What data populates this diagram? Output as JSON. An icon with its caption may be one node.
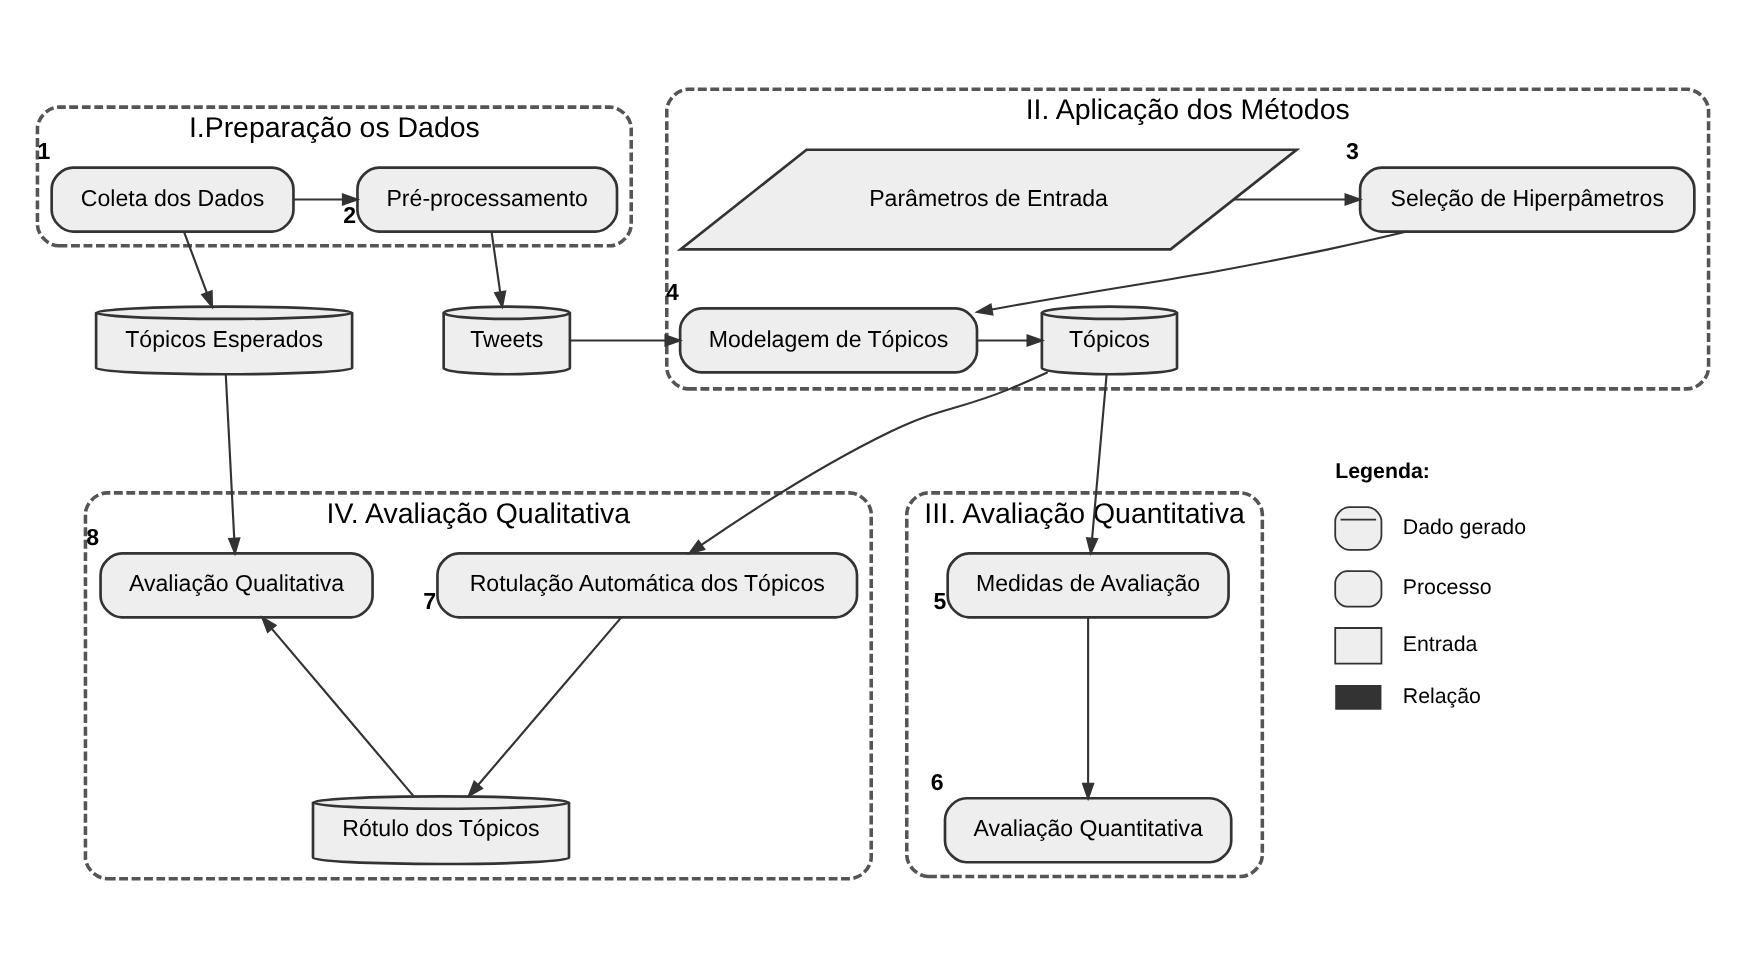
{
  "diagram": {
    "nodes": [
      {
        "text": [
          "I.Preparação os Dados"
        ]
      },
      {
        "text": [
          "Coleta dos Dados"
        ],
        "in": 0,
        "beside": [
          "1"
        ]
      },
      {
        "text": [
          "Pré-processamento"
        ],
        "in": 0,
        "beside": [
          "2"
        ]
      },
      {
        "text": [
          "II. Aplicação dos Métodos"
        ]
      },
      {
        "text": [
          "Parâmetros de Entrada"
        ],
        "in": 3
      },
      {
        "text": [
          "Seleção de Hiperpâmetros"
        ],
        "in": 3,
        "beside": [
          "3"
        ]
      },
      {
        "text": [
          "Modelagem de Tópicos"
        ],
        "in": 3,
        "beside": [
          "4"
        ]
      },
      {
        "text": [
          "Tópicos"
        ],
        "in": 3
      },
      {
        "text": [
          "Tópicos Esperados"
        ]
      },
      {
        "text": [
          "Tweets"
        ]
      },
      {
        "text": [
          "IV. Avaliação Qualitativa"
        ]
      },
      {
        "text": [
          "Avaliação Qualitativa"
        ],
        "in": 10,
        "beside": [
          "8"
        ]
      },
      {
        "text": [
          "Rotulação Automática dos Tópicos"
        ],
        "in": 10,
        "beside": [
          "7"
        ]
      },
      {
        "text": [
          "Rótulo dos Tópicos"
        ],
        "in": 10
      },
      {
        "text": [
          "III. Avaliação Quantitativa"
        ]
      },
      {
        "text": [
          "Medidas de Avaliação"
        ],
        "in": 14,
        "beside": [
          "5"
        ]
      },
      {
        "text": [
          "Avaliação Quantitativa"
        ],
        "in": 14,
        "beside": [
          "6"
        ]
      }
    ],
    "edges": [
      {
        "from": 1,
        "to": 2,
        "arrow": "to"
      },
      {
        "from": 1,
        "to": 8,
        "arrow": "to"
      },
      {
        "from": 2,
        "to": 9,
        "arrow": "to"
      },
      {
        "from": 4,
        "to": 5,
        "arrow": "to"
      },
      {
        "from": 5,
        "to": 6,
        "arrow": "to"
      },
      {
        "from": 9,
        "to": 6,
        "arrow": "to"
      },
      {
        "from": 6,
        "to": 7,
        "arrow": "to"
      },
      {
        "from": 7,
        "to": 12,
        "arrow": "to"
      },
      {
        "from": 7,
        "to": 15,
        "arrow": "to"
      },
      {
        "from": 8,
        "to": 11,
        "arrow": "to"
      },
      {
        "from": 12,
        "to": 13,
        "arrow": "to"
      },
      {
        "from": 13,
        "to": 11,
        "arrow": "to"
      },
      {
        "from": 15,
        "to": 16,
        "arrow": "to"
      }
    ],
    "labels": [
      "Legenda:"
    ],
    "legend": [
      {
        "text": "Dado gerado"
      },
      {
        "text": "Processo"
      },
      {
        "text": "Entrada"
      },
      {
        "text": "Relação"
      }
    ]
  }
}
